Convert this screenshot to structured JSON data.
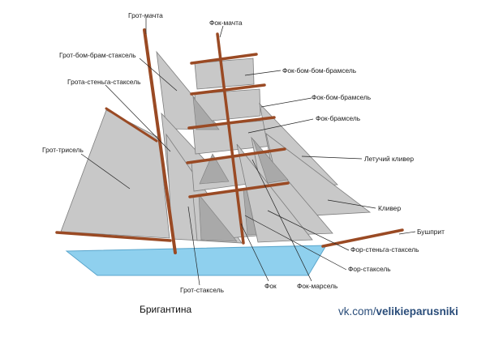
{
  "labels": {
    "grot_machta": "Грот-мачта",
    "fok_machta": "Фок-мачта",
    "grot_bom_bram_staksel": "Грот-бом-брам-стаксель",
    "grota_stenga_staksel": "Грота-стеньга-стаксель",
    "grot_trisel": "Грот-трисель",
    "fok_bom_bom_bramsel": "Фок-бом-бом-брамсель",
    "fok_bom_bramsel": "Фок-бом-брамсель",
    "fok_bramsel": "Фок-брамсель",
    "letuchiy_kliver": "Летучий кливер",
    "kliver": "Кливер",
    "bushprit": "Бушприт",
    "for_stenga_staksel": "Фор-стеньга-стаксель",
    "for_staksel": "Фор-стаксель",
    "grot_staksel": "Грот-стаксель",
    "fok": "Фок",
    "fok_marsel": "Фок-марсель"
  },
  "caption": "Бригантина",
  "credit": {
    "prefix": "vk.com/",
    "handle": "velikieparusniki"
  },
  "colors": {
    "sail": "#c8c8c8",
    "sail_dark": "#a9a9a9",
    "sail_stroke": "#7d7d7d",
    "mast": "#9a4a24",
    "hull": "#8fd0ee",
    "hull_stroke": "#5aa6cc",
    "credit": "#2a4d7a"
  }
}
